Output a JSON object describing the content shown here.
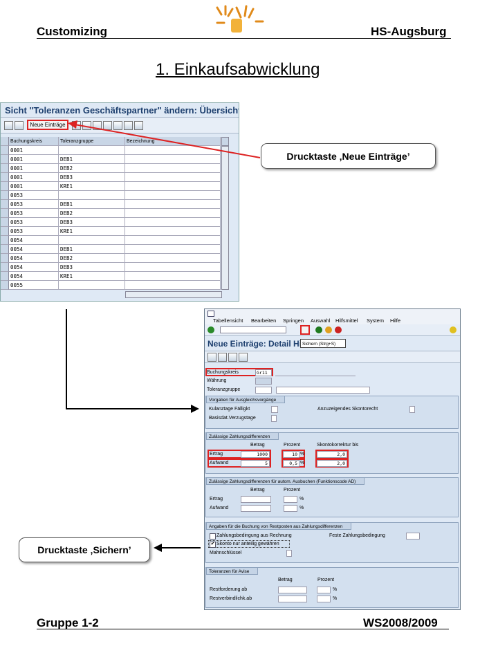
{
  "header": {
    "left": "Customizing",
    "right": "HS-Augsburg"
  },
  "title": "1. Einkaufsabwicklung",
  "footer": {
    "left": "Gruppe 1-2",
    "right": "WS2008/2009"
  },
  "callouts": {
    "neue": "Drucktaste ‚Neue Einträge’",
    "sichern": "Drucktaste ‚Sichern’"
  },
  "window1": {
    "title": "Sicht \"Toleranzen Geschäftspartner\" ändern: Übersicht",
    "button_neue": "Neue Einträge",
    "columns": [
      "Buchungskreis",
      "Toleranzgruppe",
      "Bezeichnung"
    ],
    "rows": [
      [
        "0001",
        ""
      ],
      [
        "0001",
        "DEB1"
      ],
      [
        "0001",
        "DEB2"
      ],
      [
        "0001",
        "DEB3"
      ],
      [
        "0001",
        "KRE1"
      ],
      [
        "0053",
        ""
      ],
      [
        "0053",
        "DEB1"
      ],
      [
        "0053",
        "DEB2"
      ],
      [
        "0053",
        "DEB3"
      ],
      [
        "0053",
        "KRE1"
      ],
      [
        "0054",
        ""
      ],
      [
        "0054",
        "DEB1"
      ],
      [
        "0054",
        "DEB2"
      ],
      [
        "0054",
        "DEB3"
      ],
      [
        "0054",
        "KRE1"
      ],
      [
        "0055",
        ""
      ]
    ]
  },
  "window2": {
    "menu": [
      "Tabellensicht",
      "Bearbeiten",
      "Springen",
      "Auswahl",
      "Hilfsmittel",
      "System",
      "Hilfe"
    ],
    "title": "Neue Einträge: Detail Hi",
    "tooltip": "Sichern   (Strg+S)",
    "fields": {
      "buchungskreis_label": "Buchungskreis",
      "buchungskreis_value": "Gr11",
      "waehrung_label": "Währung",
      "toleranzgruppe_label": "Toleranzgruppe"
    },
    "sec1": {
      "title": "Vorgaben für Ausgleichsvorgänge",
      "kulanz": "Kulanztage Fälligkt",
      "skonto": "Anzuzeigendes Skontorecht",
      "basis": "Basisdat.Verzugstage"
    },
    "sec2": {
      "title": "Zulässige Zahlungsdifferenzen",
      "betrag": "Betrag",
      "prozent": "Prozent",
      "skontokorr": "Skontokorrektur bis",
      "ertrag": "Ertrag",
      "aufwand": "Aufwand",
      "ertrag_betrag": "1000",
      "ertrag_prozent": "10",
      "ertrag_korr": "2,0",
      "aufwand_betrag": "5",
      "aufwand_prozent": "0,5",
      "aufwand_korr": "2,0",
      "pct": "%"
    },
    "sec3": {
      "title": "Zulässige Zahlungsdifferenzen für autom. Ausbuchen (Funktionscode AD)",
      "betrag": "Betrag",
      "prozent": "Prozent",
      "ertrag": "Ertrag",
      "aufwand": "Aufwand",
      "pct": "%"
    },
    "sec4": {
      "title": "Angaben für die Buchung von Restposten aus Zahlungsdifferenzen",
      "zahlbed": "Zahlungsbedingung aus Rechnung",
      "feste": "Feste Zahlungsbedingung",
      "skonto_anteilig": "Skonto nur anteilig gewähren",
      "mahn": "Mahnschlüssel"
    },
    "sec5": {
      "title": "Toleranzen für Avise",
      "betrag": "Betrag",
      "prozent": "Prozent",
      "restford": "Restforderung ab",
      "restverb": "Restverbindlichk.ab",
      "pct": "%"
    }
  }
}
